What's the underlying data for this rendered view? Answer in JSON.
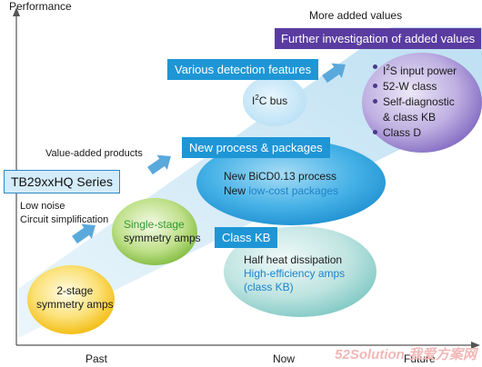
{
  "axes": {
    "y_label": "Performance",
    "x_past": "Past",
    "x_now": "Now",
    "x_future": "Future"
  },
  "top_label": "More added values",
  "purple_box": "Further investigation of added values",
  "detection_box": "Various detection features",
  "i2c": {
    "prefix": "I",
    "sup": "2",
    "suffix": "C bus"
  },
  "purple_list": {
    "i2s": {
      "prefix": "I",
      "sup": "2",
      "suffix": "S input power"
    },
    "items": [
      "52-W class",
      "Self-diagnostic",
      "& class KB",
      "Class D"
    ]
  },
  "process_box": "New process & packages",
  "process_text": {
    "line1": "New BiCD0.13 process",
    "line2_prefix": "New ",
    "line2_highlight": "low-cost packages"
  },
  "value_added": "Value-added products",
  "series_box": "TB29xxHQ Series",
  "low_noise": [
    "Low noise",
    "Circuit simplification"
  ],
  "single_stage": [
    "Single-stage",
    "symmetry amps"
  ],
  "two_stage": [
    "2-stage",
    "symmetry amps"
  ],
  "classkb_box": "Class KB",
  "classkb_text": {
    "line1": "Half heat dissipation",
    "line2": "High-efficiency amps",
    "line3": "(class KB)"
  },
  "watermark": "52Solution 我爱方案网",
  "colors": {
    "blue_box": "#1e96d6",
    "purple_box": "#5a3ca0",
    "ellipse_blue": "#2aa3e0",
    "ellipse_purple": "#8a72c6",
    "ellipse_green": "#8bc34a",
    "ellipse_yellow": "#f5c518",
    "ellipse_teal": "#7fc8c4"
  }
}
